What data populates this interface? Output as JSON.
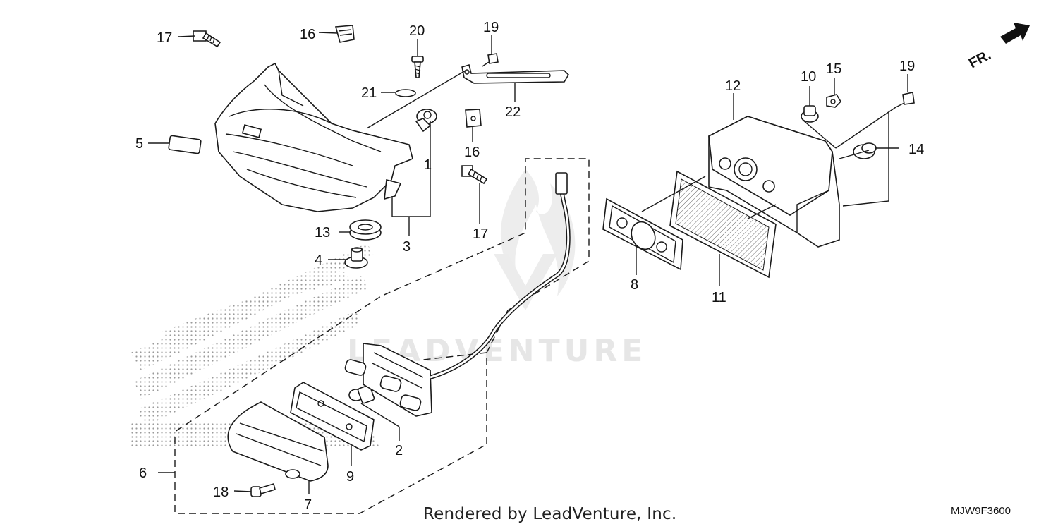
{
  "callouts": [
    {
      "id": "c17a",
      "number": "17"
    },
    {
      "id": "c16a",
      "number": "16"
    },
    {
      "id": "c20",
      "number": "20"
    },
    {
      "id": "c19a",
      "number": "19"
    },
    {
      "id": "c21",
      "number": "21"
    },
    {
      "id": "c22",
      "number": "22"
    },
    {
      "id": "c5",
      "number": "5"
    },
    {
      "id": "c16b",
      "number": "16"
    },
    {
      "id": "c1",
      "number": "1"
    },
    {
      "id": "c13",
      "number": "13"
    },
    {
      "id": "c3",
      "number": "3"
    },
    {
      "id": "c17b",
      "number": "17"
    },
    {
      "id": "c4",
      "number": "4"
    },
    {
      "id": "c12",
      "number": "12"
    },
    {
      "id": "c10",
      "number": "10"
    },
    {
      "id": "c15",
      "number": "15"
    },
    {
      "id": "c19b",
      "number": "19"
    },
    {
      "id": "c14",
      "number": "14"
    },
    {
      "id": "c8",
      "number": "8"
    },
    {
      "id": "c11",
      "number": "11"
    },
    {
      "id": "c2",
      "number": "2"
    },
    {
      "id": "c9",
      "number": "9"
    },
    {
      "id": "c6",
      "number": "6"
    },
    {
      "id": "c18",
      "number": "18"
    },
    {
      "id": "c7",
      "number": "7"
    }
  ],
  "front_indicator": "FR.",
  "watermark": "LEADVENTURE",
  "footer": {
    "credit": "Rendered by LeadVenture, Inc.",
    "diagram_code": "MJW9F3600"
  }
}
